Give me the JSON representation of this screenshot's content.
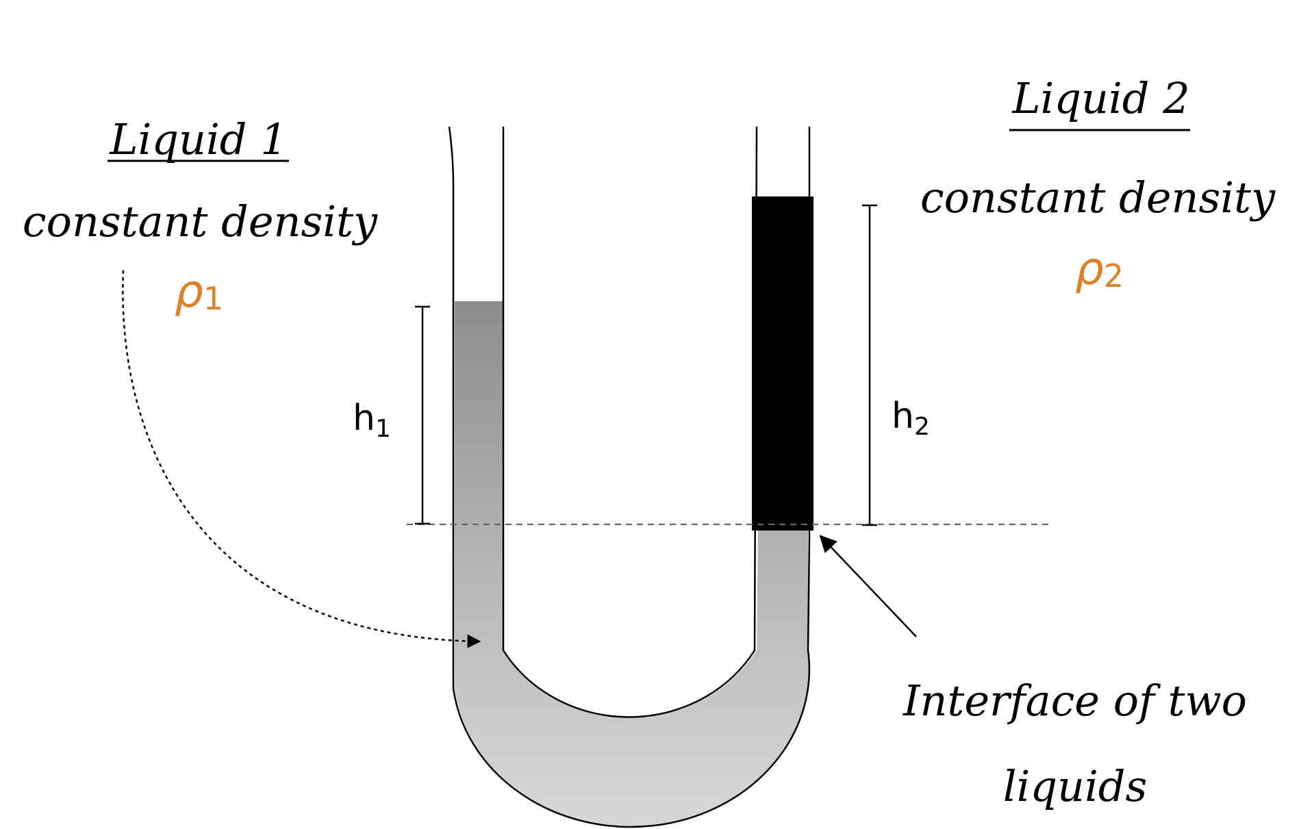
{
  "labels": {
    "liquid1_title": "Liquid 1",
    "liquid1_desc": "constant density",
    "liquid1_density_symbol": "ρ",
    "liquid1_density_sub": "1",
    "liquid2_title": "Liquid 2",
    "liquid2_desc": "constant density",
    "liquid2_density_symbol": "ρ",
    "liquid2_density_sub": "2",
    "h1_symbol": "h",
    "h1_sub": "1",
    "h2_symbol": "h",
    "h2_sub": "2",
    "interface_line1": "Interface of two",
    "interface_line2": "liquids"
  },
  "colors": {
    "density_accent": "#D9822B",
    "liquid1_top": "#8c8c8c",
    "liquid1_bottom": "#d4d4d4",
    "liquid2": "#000000",
    "outline": "#000000",
    "reference_line": "#666666"
  }
}
